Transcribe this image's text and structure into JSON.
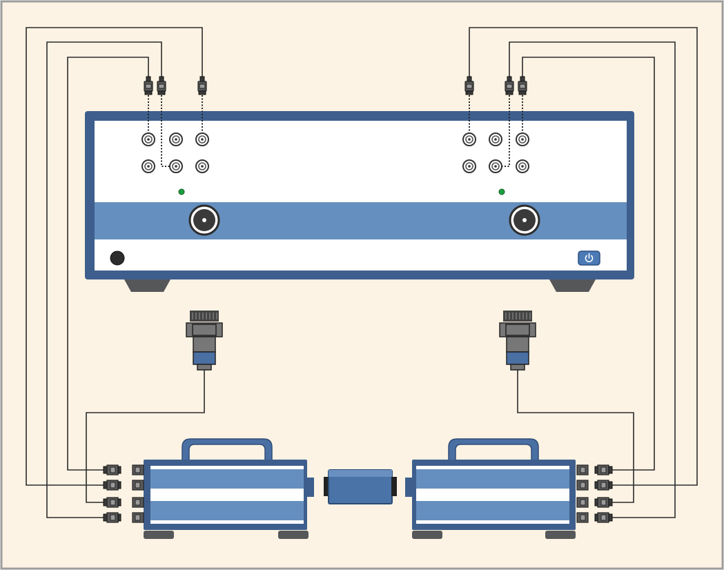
{
  "diagram": {
    "description_free": true,
    "colors": {
      "background": "#fdf3e4",
      "border": "#9d9d9d",
      "panel_body": "#3e5f8d",
      "panel_band": "#658fbe",
      "panel_face": "#ffffff",
      "led": "#1fa040",
      "power_button": "#4b7ab5",
      "feet": "#555759",
      "cable": "#2b2b2b"
    },
    "icons": {
      "power_button": "power-icon",
      "round_button": "round-button-icon"
    },
    "elements": {
      "instrument": "analyzer-front-panel",
      "left_module": "calibration-module-left",
      "right_module": "calibration-module-right",
      "thru_adapter": "thru-adapter",
      "left_usb_adapter": "adapter-left",
      "right_usb_adapter": "adapter-right"
    }
  }
}
